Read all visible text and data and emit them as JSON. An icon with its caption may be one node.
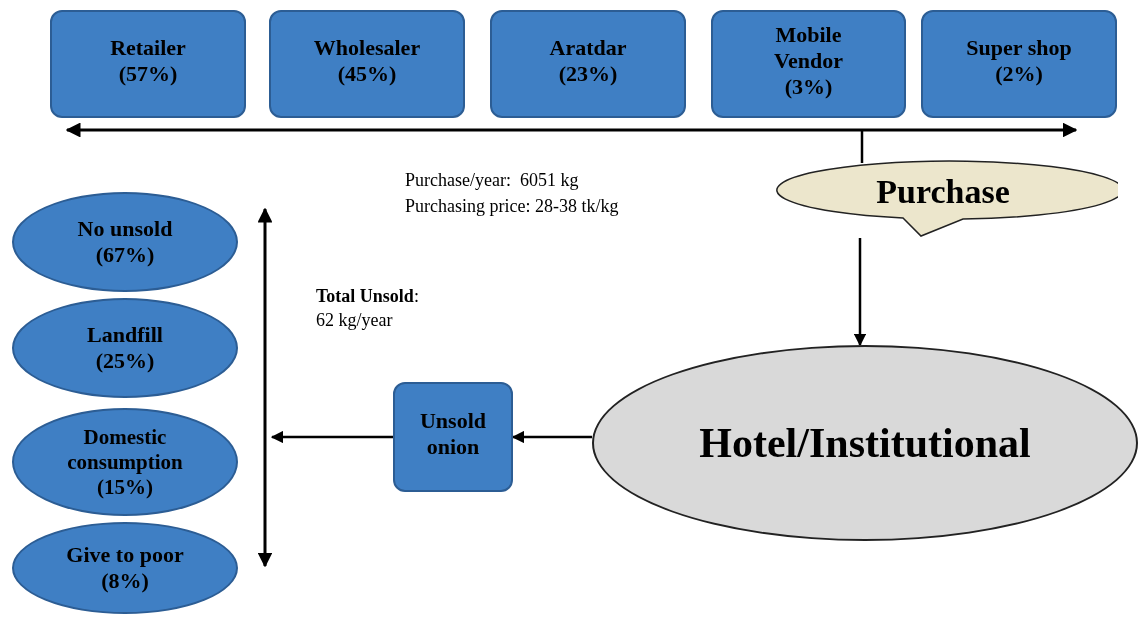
{
  "diagram": {
    "nodes": [
      {
        "text": [
          "Retailer (57%)"
        ]
      },
      {
        "text": [
          "Wholesaler (45%)"
        ]
      },
      {
        "text": [
          "Aratdar (23%)"
        ]
      },
      {
        "text": [
          "Mobile Vendor (3%)"
        ]
      },
      {
        "text": [
          "Super shop (2%)"
        ]
      },
      {
        "text": [
          "Purchase"
        ]
      },
      {
        "text": [
          "Hotel/Institutional"
        ]
      },
      {
        "text": [
          "Unsold onion"
        ]
      },
      {
        "text": [
          "No unsold (67%)"
        ]
      },
      {
        "text": [
          "Landfill (25%)"
        ]
      },
      {
        "text": [
          "Domestic consumption (15%)"
        ]
      },
      {
        "text": [
          "Give to poor (8%)"
        ]
      },
      {
        "text": [],
        "shape": "bar"
      },
      {
        "text": [],
        "shape": "bar"
      }
    ],
    "edges": [
      {
        "from": 12,
        "to": 5,
        "arrow": "none"
      },
      {
        "from": 5,
        "to": 6,
        "arrow": "to"
      },
      {
        "from": 6,
        "to": 7,
        "arrow": "to"
      },
      {
        "from": 7,
        "to": 13,
        "arrow": "to"
      }
    ],
    "labels": [
      "Purchase/year:  6051 kg",
      "Purchasing price: 28-38 tk/kg",
      "**Total Unsold**:",
      "62 kg/year"
    ]
  }
}
